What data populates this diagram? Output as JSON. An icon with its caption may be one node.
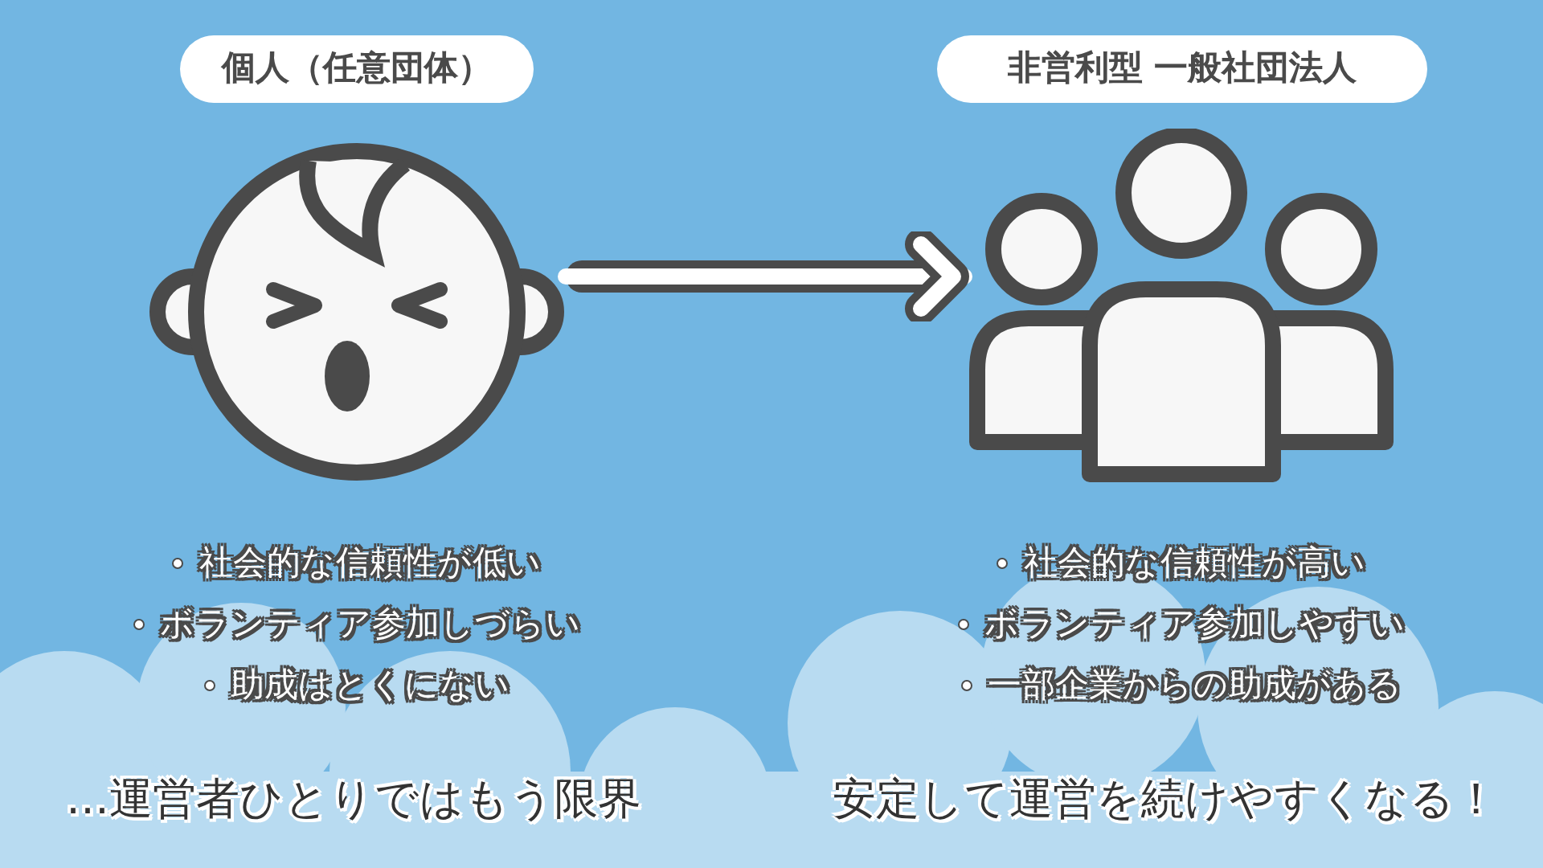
{
  "diagram": {
    "nodes": [
      {
        "text": [
          "個人（任意団体）"
        ]
      },
      {
        "text": [],
        "shape": "picture"
      },
      {
        "text": [
          "非営利型 一般社団法人"
        ]
      },
      {
        "text": [],
        "shape": "picture"
      }
    ],
    "edges": [
      {
        "from": 1,
        "to": 3,
        "arrow": "to"
      }
    ],
    "labels": [
      "社会的な信頼性が低い",
      "ボランティア参加しづらい",
      "助成はとくにない",
      "社会的な信頼性が高い",
      "ボランティア参加しやすい",
      "一部企業からの助成がある",
      "…運営者ひとりではもう限界",
      "安定して運営を続けやすくなる！"
    ]
  }
}
